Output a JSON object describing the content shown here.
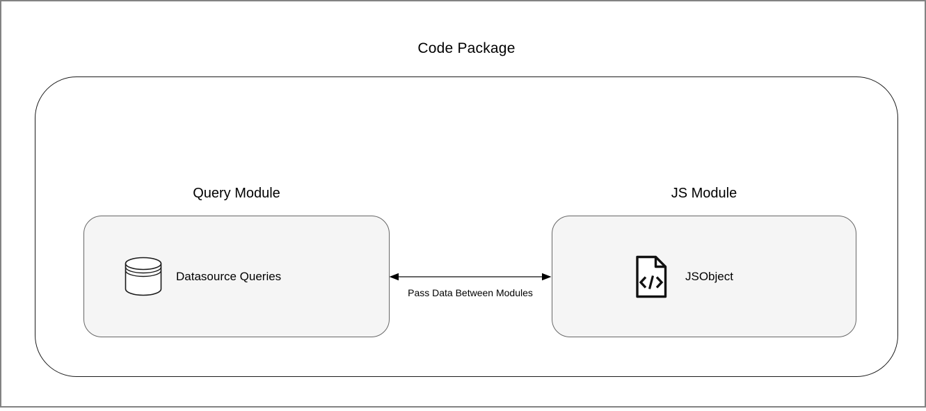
{
  "window": {
    "frame_border_color": "#828282"
  },
  "diagram": {
    "title": "Code Package",
    "container": {
      "border_color": "#1a1a1a"
    },
    "modules": [
      {
        "label": "Query Module",
        "item_label": "Datasource Queries",
        "icon": "database-cylinder-icon",
        "fill": "#f5f5f5",
        "border_color": "#666666"
      },
      {
        "label": "JS Module",
        "item_label": "JSObject",
        "icon": "code-file-icon",
        "fill": "#f5f5f5",
        "border_color": "#666666"
      }
    ],
    "connector": {
      "type": "double-arrow",
      "label": "Pass Data Between Modules",
      "line_color": "#666666",
      "head_color": "#000000"
    }
  }
}
